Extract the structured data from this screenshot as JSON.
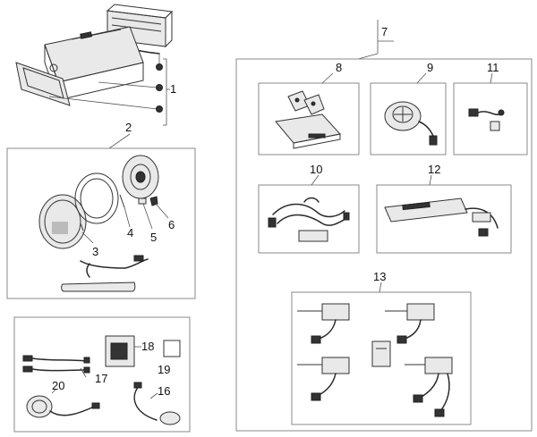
{
  "callouts": {
    "c1": "1",
    "c2": "2",
    "c3": "3",
    "c4": "4",
    "c5": "5",
    "c6": "6",
    "c7": "7",
    "c8": "8",
    "c9": "9",
    "c10": "10",
    "c11": "11",
    "c12": "12",
    "c13": "13",
    "c16": "16",
    "c17": "17",
    "c18": "18",
    "c19": "19",
    "c20": "20"
  }
}
